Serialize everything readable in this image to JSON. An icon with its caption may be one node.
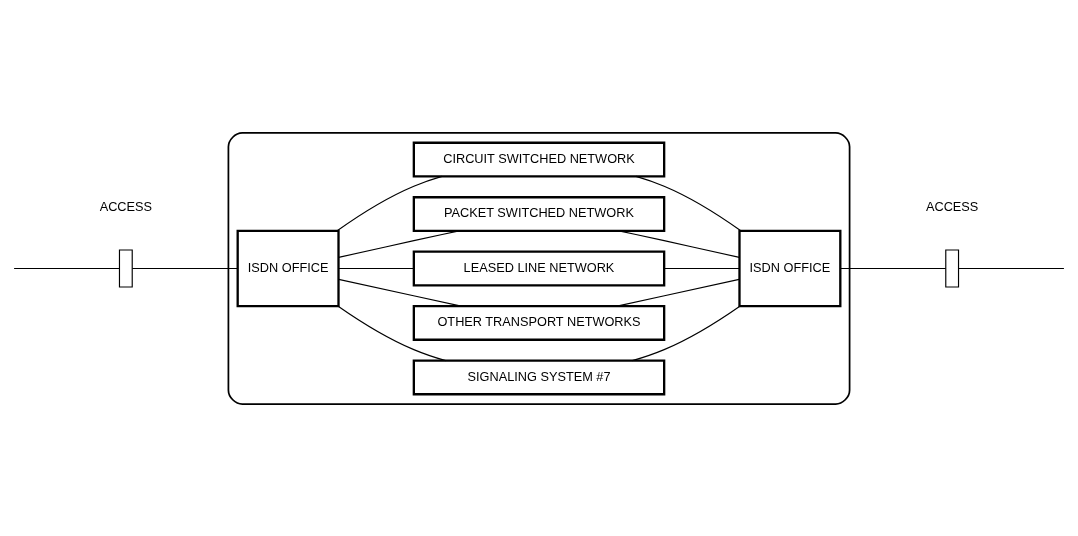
{
  "diagram": {
    "nodes": [
      {
        "text": [],
        "shape": "ellipse"
      },
      {
        "text": [],
        "shape": "box"
      },
      {
        "text": [
          "ISDN OFFICE"
        ],
        "in": 0
      },
      {
        "text": [
          "CIRCUIT SWITCHED NETWORK"
        ],
        "in": 0
      },
      {
        "text": [
          "PACKET SWITCHED NETWORK"
        ],
        "in": 0
      },
      {
        "text": [
          "LEASED LINE NETWORK"
        ],
        "in": 0
      },
      {
        "text": [
          "OTHER TRANSPORT NETWORKS"
        ],
        "in": 0
      },
      {
        "text": [
          "SIGNALING SYSTEM #7"
        ],
        "in": 0
      },
      {
        "text": [
          "ISDN OFFICE"
        ],
        "in": 0
      },
      {
        "text": [],
        "shape": "box"
      }
    ],
    "edges": [
      {
        "from": null,
        "to": 1,
        "arrow": "none"
      },
      {
        "from": 1,
        "to": 2,
        "arrow": "none"
      },
      {
        "from": 2,
        "to": 3,
        "arrow": "none"
      },
      {
        "from": 2,
        "to": 4,
        "arrow": "none"
      },
      {
        "from": 2,
        "to": 5,
        "arrow": "none"
      },
      {
        "from": 2,
        "to": 6,
        "arrow": "none"
      },
      {
        "from": 2,
        "to": 7,
        "arrow": "none"
      },
      {
        "from": 3,
        "to": 8,
        "arrow": "none"
      },
      {
        "from": 4,
        "to": 8,
        "arrow": "none"
      },
      {
        "from": 5,
        "to": 8,
        "arrow": "none"
      },
      {
        "from": 6,
        "to": 8,
        "arrow": "none"
      },
      {
        "from": 7,
        "to": 8,
        "arrow": "none"
      },
      {
        "from": 8,
        "to": 9,
        "arrow": "none"
      },
      {
        "from": 9,
        "to": null,
        "arrow": "none"
      }
    ],
    "labels": [
      "ACCESS",
      "ACCESS"
    ]
  }
}
